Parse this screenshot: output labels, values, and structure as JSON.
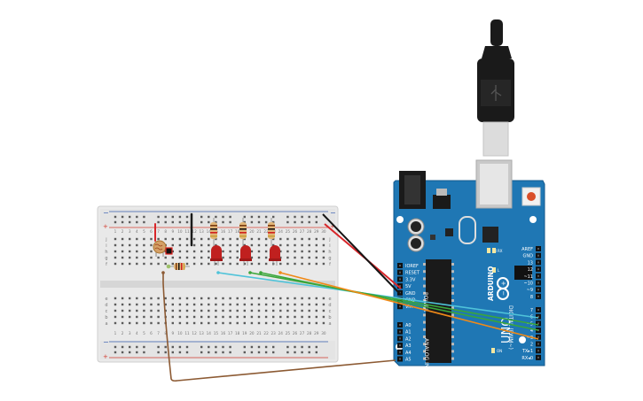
{
  "colors": {
    "breadboard": "#e9e9e9",
    "rail_red": "#d23a2e",
    "rail_blue": "#3a5fb0",
    "arduino": "#1f77b4",
    "arduino_dark": "#15598c",
    "usb_black": "#1a1a1a",
    "wire_red": "#d8262a",
    "wire_black": "#151515",
    "wire_brown": "#8c5a33",
    "wire_cyan": "#4fc3d9",
    "wire_green": "#3aa63a",
    "wire_orange": "#f08a18",
    "led_red": "#c0201f"
  },
  "arduino": {
    "brand": "ARDUINO",
    "model": "UNO",
    "power_header": [
      "IOREF",
      "RESET",
      "3.3V",
      "5V",
      "GND",
      "GND",
      "Vin"
    ],
    "power_caption": "POWER",
    "analog_header": [
      "A0",
      "A1",
      "A2",
      "A3",
      "A4",
      "A5"
    ],
    "analog_caption": "ANALOG IN",
    "digital_top": [
      "AREF",
      "GND",
      "13",
      "12",
      "~11",
      "~10",
      "~9",
      "8"
    ],
    "digital_bottom": [
      "7",
      "~6",
      "~5",
      "4",
      "~3",
      "2",
      "TX▸1",
      "RX◂0"
    ],
    "digital_caption": "DIGITAL (PWM~)",
    "leds": [
      "TX",
      "RX",
      "L",
      "ON"
    ]
  },
  "breadboard": {
    "col_numbers": [
      "1",
      "2",
      "3",
      "4",
      "5",
      "6",
      "7",
      "8",
      "9",
      "10",
      "11",
      "12",
      "13",
      "14",
      "15",
      "16",
      "17",
      "18",
      "19",
      "20",
      "21",
      "22",
      "23",
      "24",
      "25",
      "26",
      "27",
      "28",
      "29",
      "30"
    ],
    "row_letters_top": [
      "j",
      "i",
      "h",
      "g",
      "f"
    ],
    "row_letters_bottom": [
      "e",
      "d",
      "c",
      "b",
      "a"
    ],
    "rail_plus": "+",
    "rail_minus": "−"
  },
  "components": {
    "leds": [
      "led-1",
      "led-2",
      "led-3"
    ],
    "resistors": [
      "resistor-1",
      "resistor-2",
      "resistor-3",
      "resistor-4"
    ],
    "photoresistor": "photoresistor"
  }
}
